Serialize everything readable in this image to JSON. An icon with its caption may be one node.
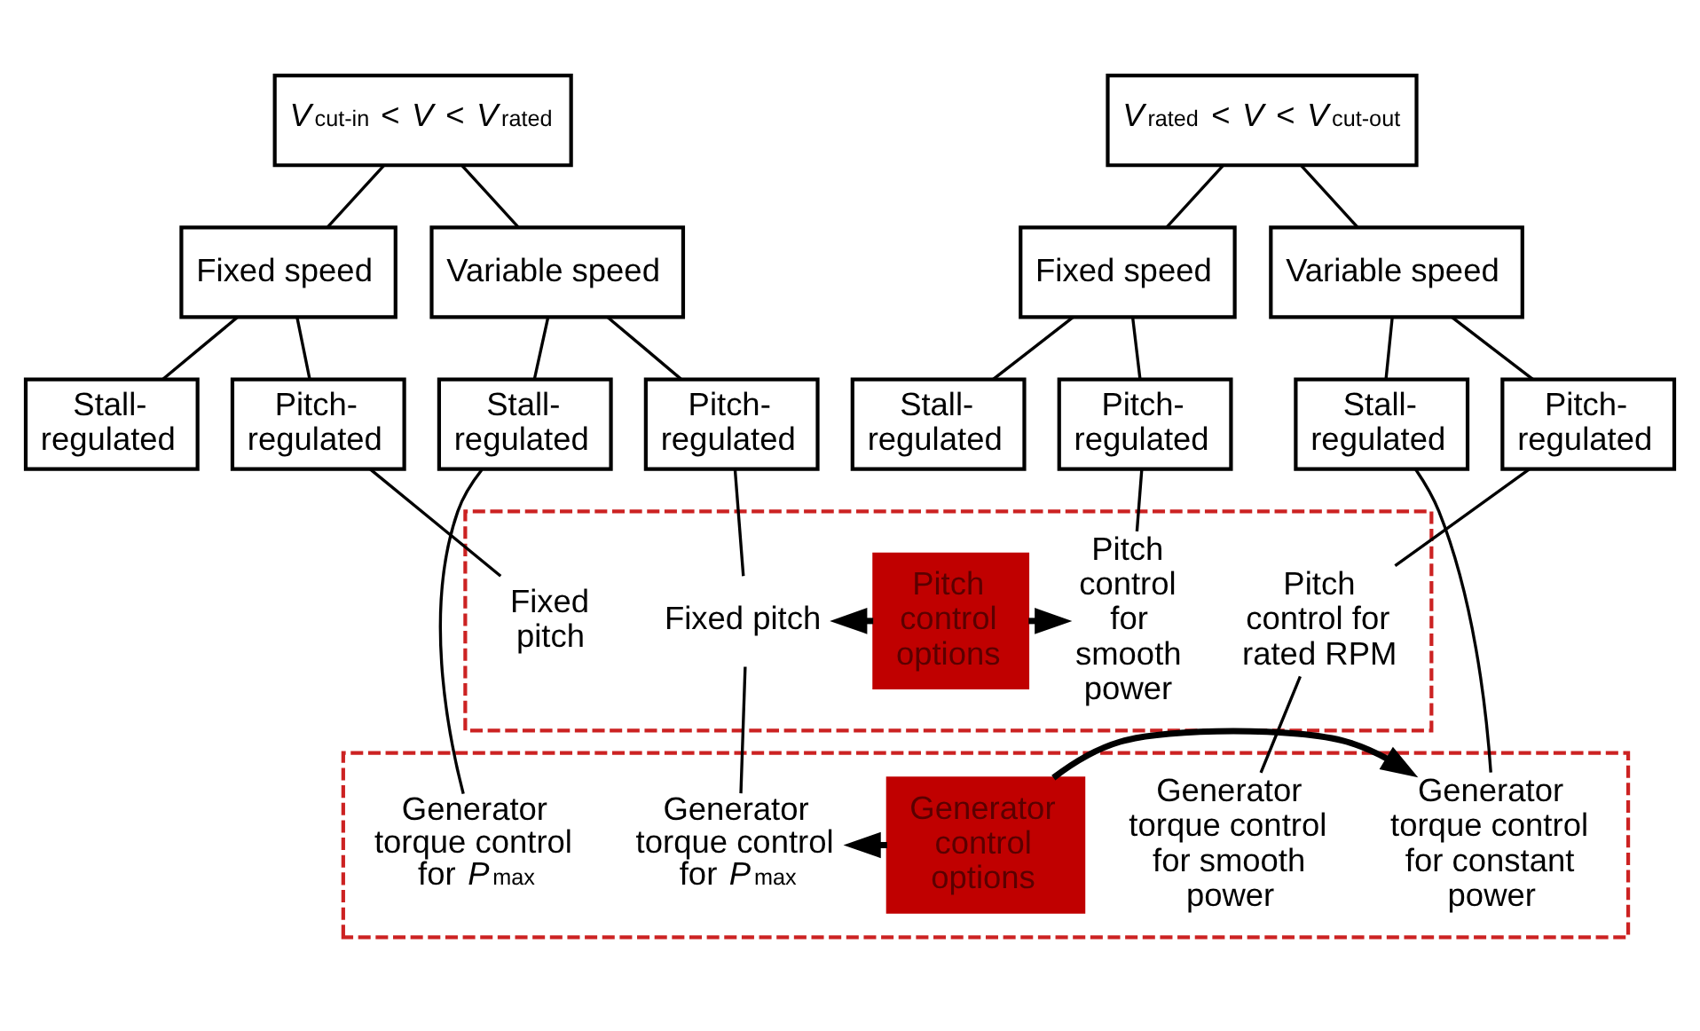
{
  "diagram": {
    "nodes": [
      {
        "text": [
          "*V*$_{cut-in}$ < *V* < *V*$_{rated}$"
        ]
      },
      {
        "text": [
          "Fixed speed"
        ]
      },
      {
        "text": [
          "Variable speed"
        ]
      },
      {
        "text": [
          "Stall- regulated"
        ]
      },
      {
        "text": [
          "Pitch- regulated"
        ]
      },
      {
        "text": [
          "Stall- regulated"
        ]
      },
      {
        "text": [
          "Pitch- regulated"
        ]
      },
      {
        "text": [
          "*V*$_{rated}$ < *V* < *V*$_{cut-out}$"
        ]
      },
      {
        "text": [
          "Fixed speed"
        ]
      },
      {
        "text": [
          "Variable speed"
        ]
      },
      {
        "text": [
          "Stall- regulated"
        ]
      },
      {
        "text": [
          "Pitch- regulated"
        ]
      },
      {
        "text": [
          "Stall- regulated"
        ]
      },
      {
        "text": [
          "Pitch- regulated"
        ]
      },
      {
        "text": [],
        "shape": "box"
      },
      {
        "text": [
          "Fixed pitch"
        ],
        "in": 14
      },
      {
        "text": [
          "Fixed pitch"
        ],
        "in": 14
      },
      {
        "text": [
          "Pitch control options"
        ],
        "in": 14
      },
      {
        "text": [
          "Pitch control for smooth power"
        ],
        "in": 14
      },
      {
        "text": [
          "Pitch control for rated RPM"
        ],
        "in": 14
      },
      {
        "text": [],
        "shape": "box"
      },
      {
        "text": [
          "Generator torque control for *P*$_{max}$"
        ],
        "in": 20
      },
      {
        "text": [
          "Generator torque control for *P*$_{max}$"
        ],
        "in": 20
      },
      {
        "text": [
          "Generator control options"
        ],
        "in": 20
      },
      {
        "text": [
          "Generator torque control for constant power"
        ],
        "in": 20
      },
      {
        "text": [
          "Generator torque control for smooth power"
        ],
        "in": 20
      }
    ],
    "edges": [
      {
        "from": 0,
        "to": 1,
        "arrow": "none"
      },
      {
        "from": 0,
        "to": 2,
        "arrow": "none"
      },
      {
        "from": 1,
        "to": 3,
        "arrow": "none"
      },
      {
        "from": 1,
        "to": 4,
        "arrow": "none"
      },
      {
        "from": 2,
        "to": 5,
        "arrow": "none"
      },
      {
        "from": 2,
        "to": 6,
        "arrow": "none"
      },
      {
        "from": 7,
        "to": 8,
        "arrow": "none"
      },
      {
        "from": 7,
        "to": 9,
        "arrow": "none"
      },
      {
        "from": 8,
        "to": 10,
        "arrow": "none"
      },
      {
        "from": 8,
        "to": 11,
        "arrow": "none"
      },
      {
        "from": 9,
        "to": 12,
        "arrow": "none"
      },
      {
        "from": 9,
        "to": 13,
        "arrow": "none"
      },
      {
        "from": 4,
        "to": 15,
        "arrow": "none"
      },
      {
        "from": 6,
        "to": 16,
        "arrow": "none"
      },
      {
        "from": 11,
        "to": 18,
        "arrow": "none"
      },
      {
        "from": 13,
        "to": 19,
        "arrow": "none"
      },
      {
        "from": 5,
        "to": 21,
        "arrow": "none"
      },
      {
        "from": 16,
        "to": 22,
        "arrow": "none"
      },
      {
        "from": 12,
        "to": 24,
        "arrow": "none"
      },
      {
        "from": 19,
        "to": 25,
        "arrow": "none"
      },
      {
        "from": 17,
        "to": 16,
        "arrow": "to",
        "style": "thick"
      },
      {
        "from": 17,
        "to": 18,
        "arrow": "to",
        "style": "thick"
      },
      {
        "from": 23,
        "to": 22,
        "arrow": "to",
        "style": "thick"
      },
      {
        "from": 23,
        "to": 24,
        "arrow": "to",
        "style": "thick"
      }
    ]
  }
}
